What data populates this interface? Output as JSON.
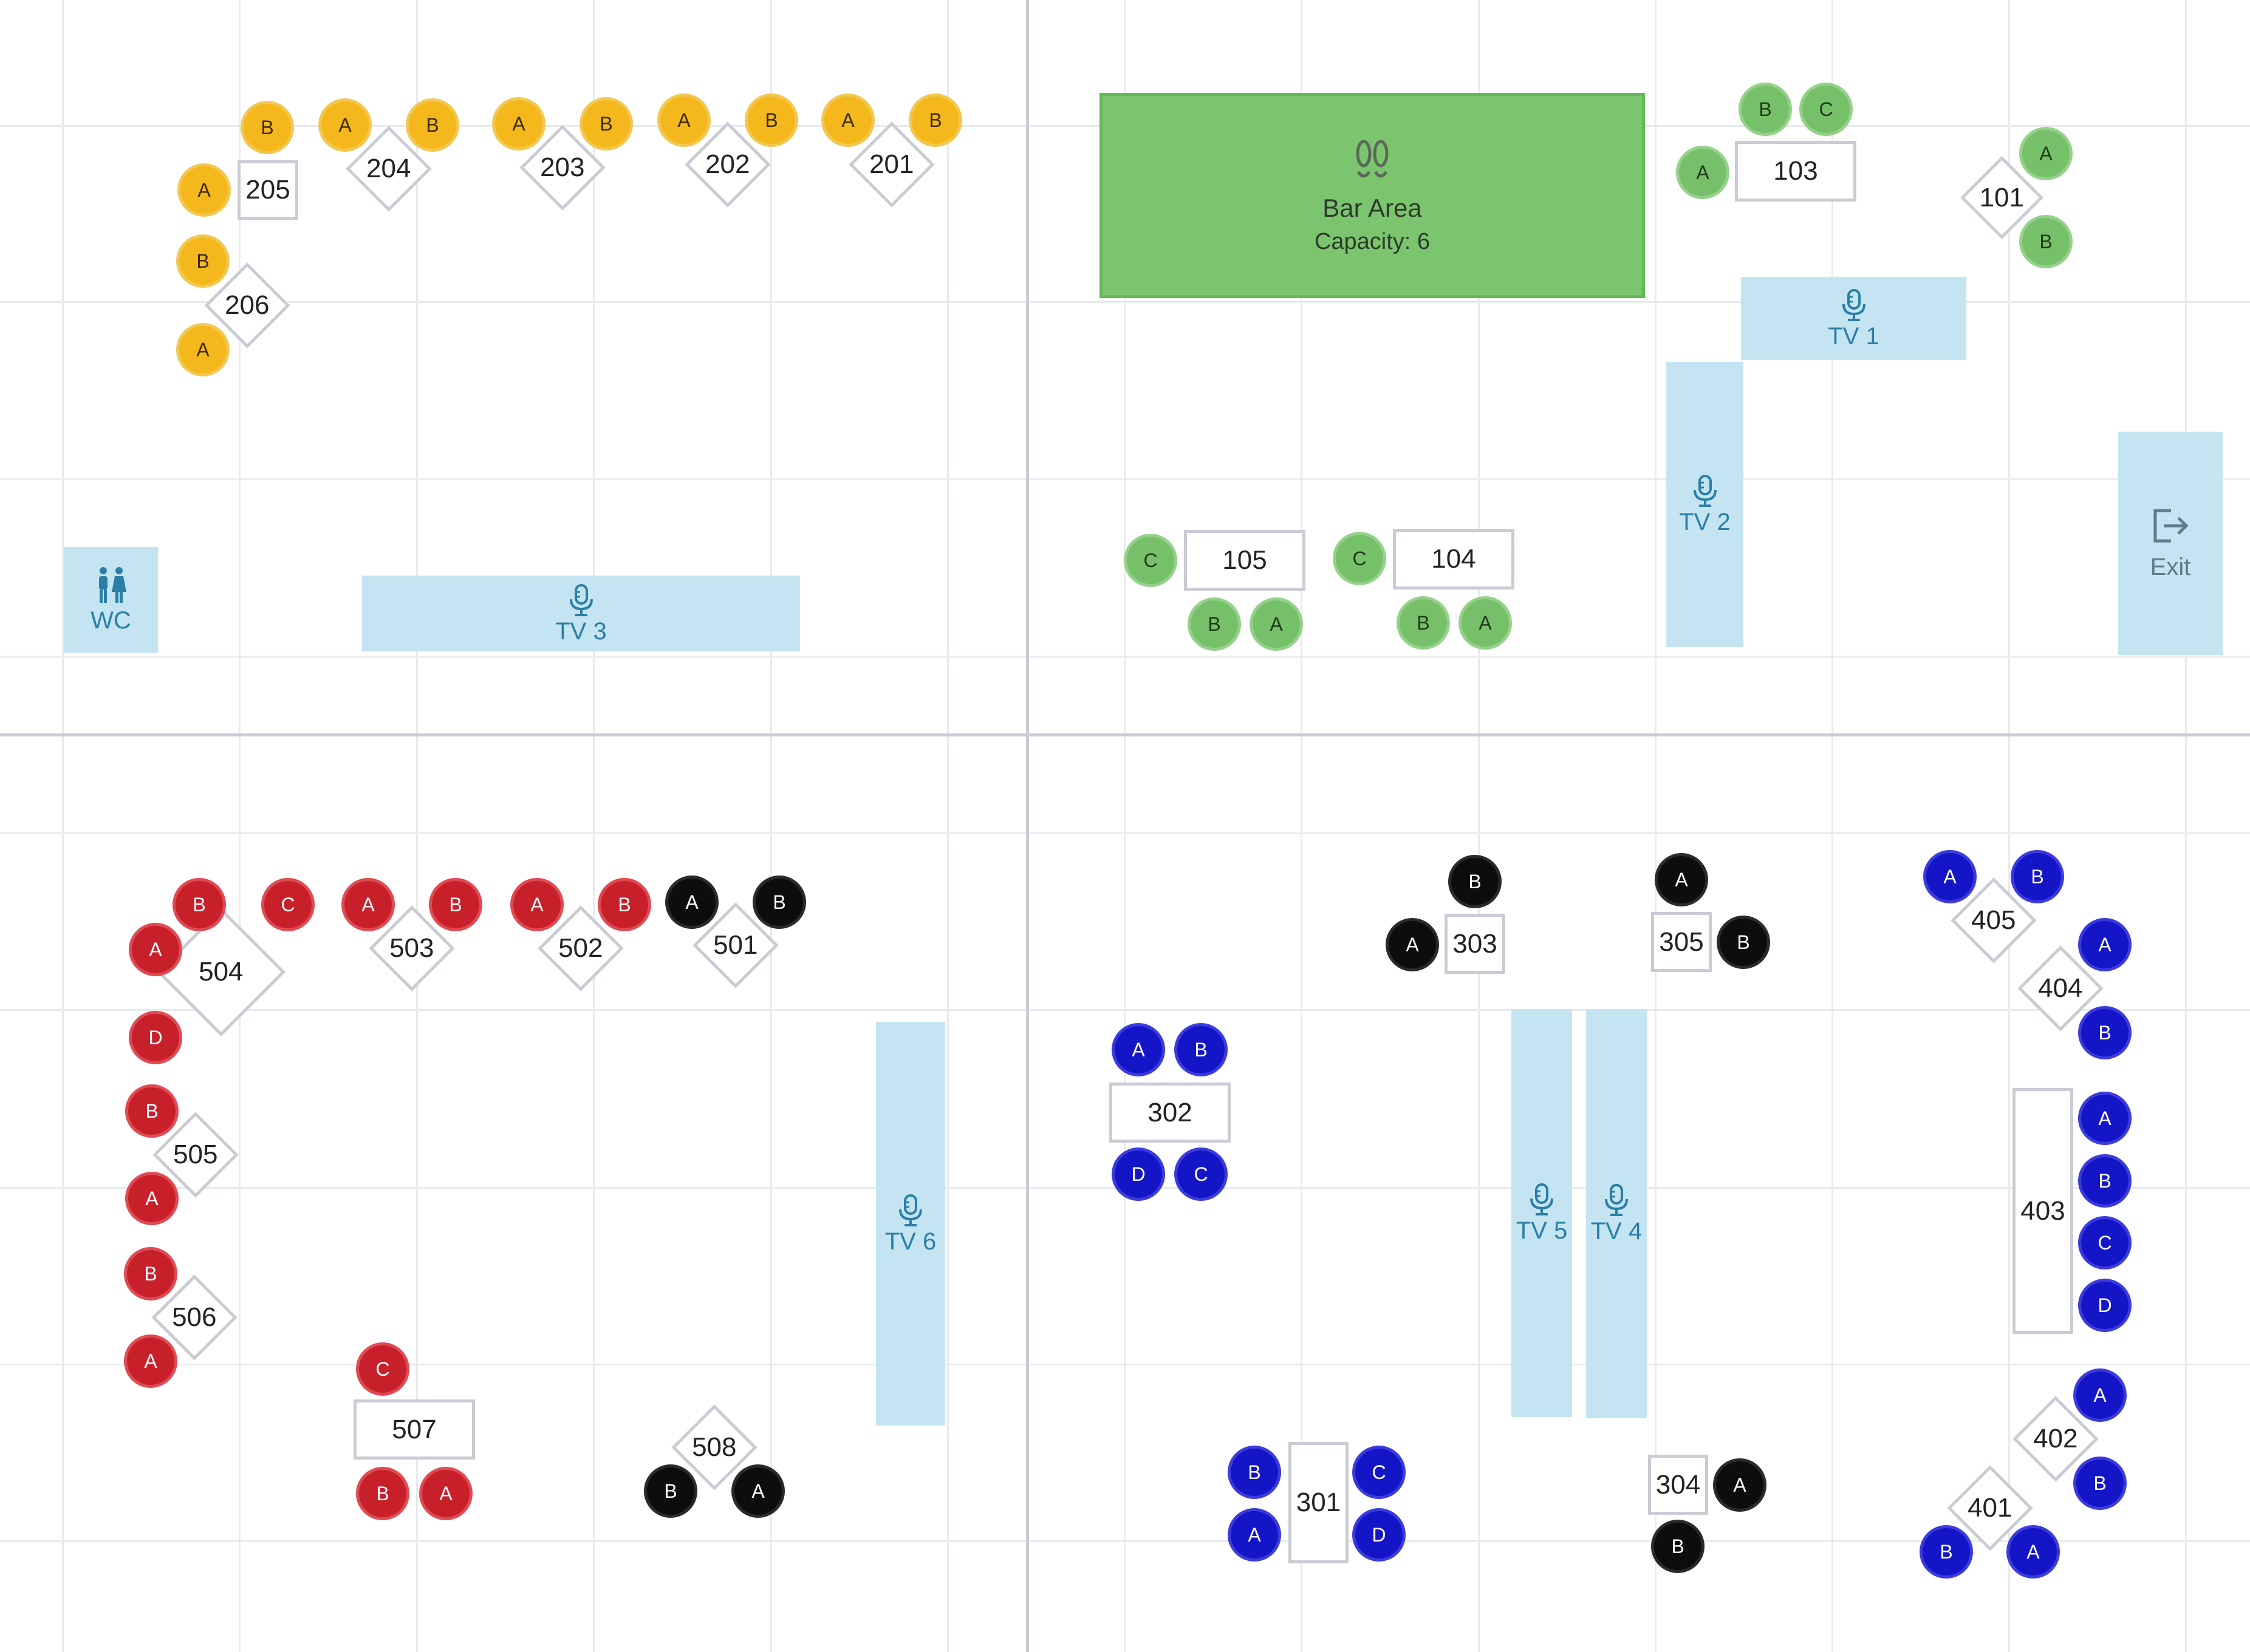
{
  "colors": {
    "yellow_seat": "#f5b81c",
    "green_seat": "#77c06a",
    "red_seat": "#c8202b",
    "blue_seat": "#1515c8",
    "black_seat": "#0d0d0d",
    "tv_zone": "#c5e4f2",
    "bar_zone": "#7cc56f",
    "table_border": "#c9ccd4"
  },
  "zones": {
    "bar": {
      "title": "Bar Area",
      "capacity": "Capacity: 6",
      "icon": "footprints-icon"
    },
    "wc": {
      "label": "WC",
      "icon": "restroom-icon"
    },
    "exit": {
      "label": "Exit",
      "icon": "exit-icon"
    },
    "tvs": [
      {
        "label": "TV 1",
        "icon": "microphone-icon"
      },
      {
        "label": "TV 2",
        "icon": "microphone-icon"
      },
      {
        "label": "TV 3",
        "icon": "microphone-icon"
      },
      {
        "label": "TV 4",
        "icon": "microphone-icon"
      },
      {
        "label": "TV 5",
        "icon": "microphone-icon"
      },
      {
        "label": "TV 6",
        "icon": "microphone-icon"
      }
    ]
  },
  "tables": [
    {
      "id": "101",
      "shape": "diamond",
      "seat_color": "green",
      "seats": [
        "A",
        "B"
      ]
    },
    {
      "id": "103",
      "shape": "rect",
      "seat_color": "green",
      "seats": [
        "A",
        "B",
        "C"
      ]
    },
    {
      "id": "104",
      "shape": "rect",
      "seat_color": "green",
      "seats": [
        "A",
        "B",
        "C"
      ]
    },
    {
      "id": "105",
      "shape": "rect",
      "seat_color": "green",
      "seats": [
        "A",
        "B",
        "C"
      ]
    },
    {
      "id": "201",
      "shape": "diamond",
      "seat_color": "yellow",
      "seats": [
        "A",
        "B"
      ]
    },
    {
      "id": "202",
      "shape": "diamond",
      "seat_color": "yellow",
      "seats": [
        "A",
        "B"
      ]
    },
    {
      "id": "203",
      "shape": "diamond",
      "seat_color": "yellow",
      "seats": [
        "A",
        "B"
      ]
    },
    {
      "id": "204",
      "shape": "diamond",
      "seat_color": "yellow",
      "seats": [
        "A",
        "B"
      ]
    },
    {
      "id": "205",
      "shape": "rect",
      "seat_color": "yellow",
      "seats": [
        "A",
        "B"
      ]
    },
    {
      "id": "206",
      "shape": "diamond",
      "seat_color": "yellow",
      "seats": [
        "A",
        "B"
      ]
    },
    {
      "id": "301",
      "shape": "rect",
      "seat_color": "blue",
      "seats": [
        "A",
        "B",
        "C",
        "D"
      ]
    },
    {
      "id": "302",
      "shape": "rect",
      "seat_color": "blue",
      "seats": [
        "A",
        "B",
        "C",
        "D"
      ]
    },
    {
      "id": "303",
      "shape": "rect",
      "seat_color": "black",
      "seats": [
        "A",
        "B"
      ]
    },
    {
      "id": "304",
      "shape": "rect",
      "seat_color": "black",
      "seats": [
        "A",
        "B"
      ]
    },
    {
      "id": "305",
      "shape": "rect",
      "seat_color": "black",
      "seats": [
        "A",
        "B"
      ]
    },
    {
      "id": "401",
      "shape": "diamond",
      "seat_color": "blue",
      "seats": [
        "A",
        "B"
      ]
    },
    {
      "id": "402",
      "shape": "diamond",
      "seat_color": "blue",
      "seats": [
        "A",
        "B"
      ]
    },
    {
      "id": "403",
      "shape": "rect",
      "seat_color": "blue",
      "seats": [
        "A",
        "B",
        "C",
        "D"
      ]
    },
    {
      "id": "404",
      "shape": "diamond",
      "seat_color": "blue",
      "seats": [
        "A",
        "B"
      ]
    },
    {
      "id": "405",
      "shape": "diamond",
      "seat_color": "blue",
      "seats": [
        "A",
        "B"
      ]
    },
    {
      "id": "501",
      "shape": "diamond",
      "seat_color": "black",
      "seats": [
        "A",
        "B"
      ]
    },
    {
      "id": "502",
      "shape": "diamond",
      "seat_color": "red",
      "seats": [
        "A",
        "B"
      ]
    },
    {
      "id": "503",
      "shape": "diamond",
      "seat_color": "red",
      "seats": [
        "A",
        "B"
      ]
    },
    {
      "id": "504",
      "shape": "diamond",
      "seat_color": "red",
      "seats": [
        "A",
        "B",
        "C",
        "D"
      ]
    },
    {
      "id": "505",
      "shape": "diamond",
      "seat_color": "red",
      "seats": [
        "A",
        "B"
      ]
    },
    {
      "id": "506",
      "shape": "diamond",
      "seat_color": "red",
      "seats": [
        "A",
        "B"
      ]
    },
    {
      "id": "507",
      "shape": "rect",
      "seat_color": "red",
      "seats": [
        "A",
        "B",
        "C"
      ]
    },
    {
      "id": "508",
      "shape": "diamond",
      "seat_color": "black",
      "seats": [
        "A",
        "B"
      ]
    }
  ]
}
